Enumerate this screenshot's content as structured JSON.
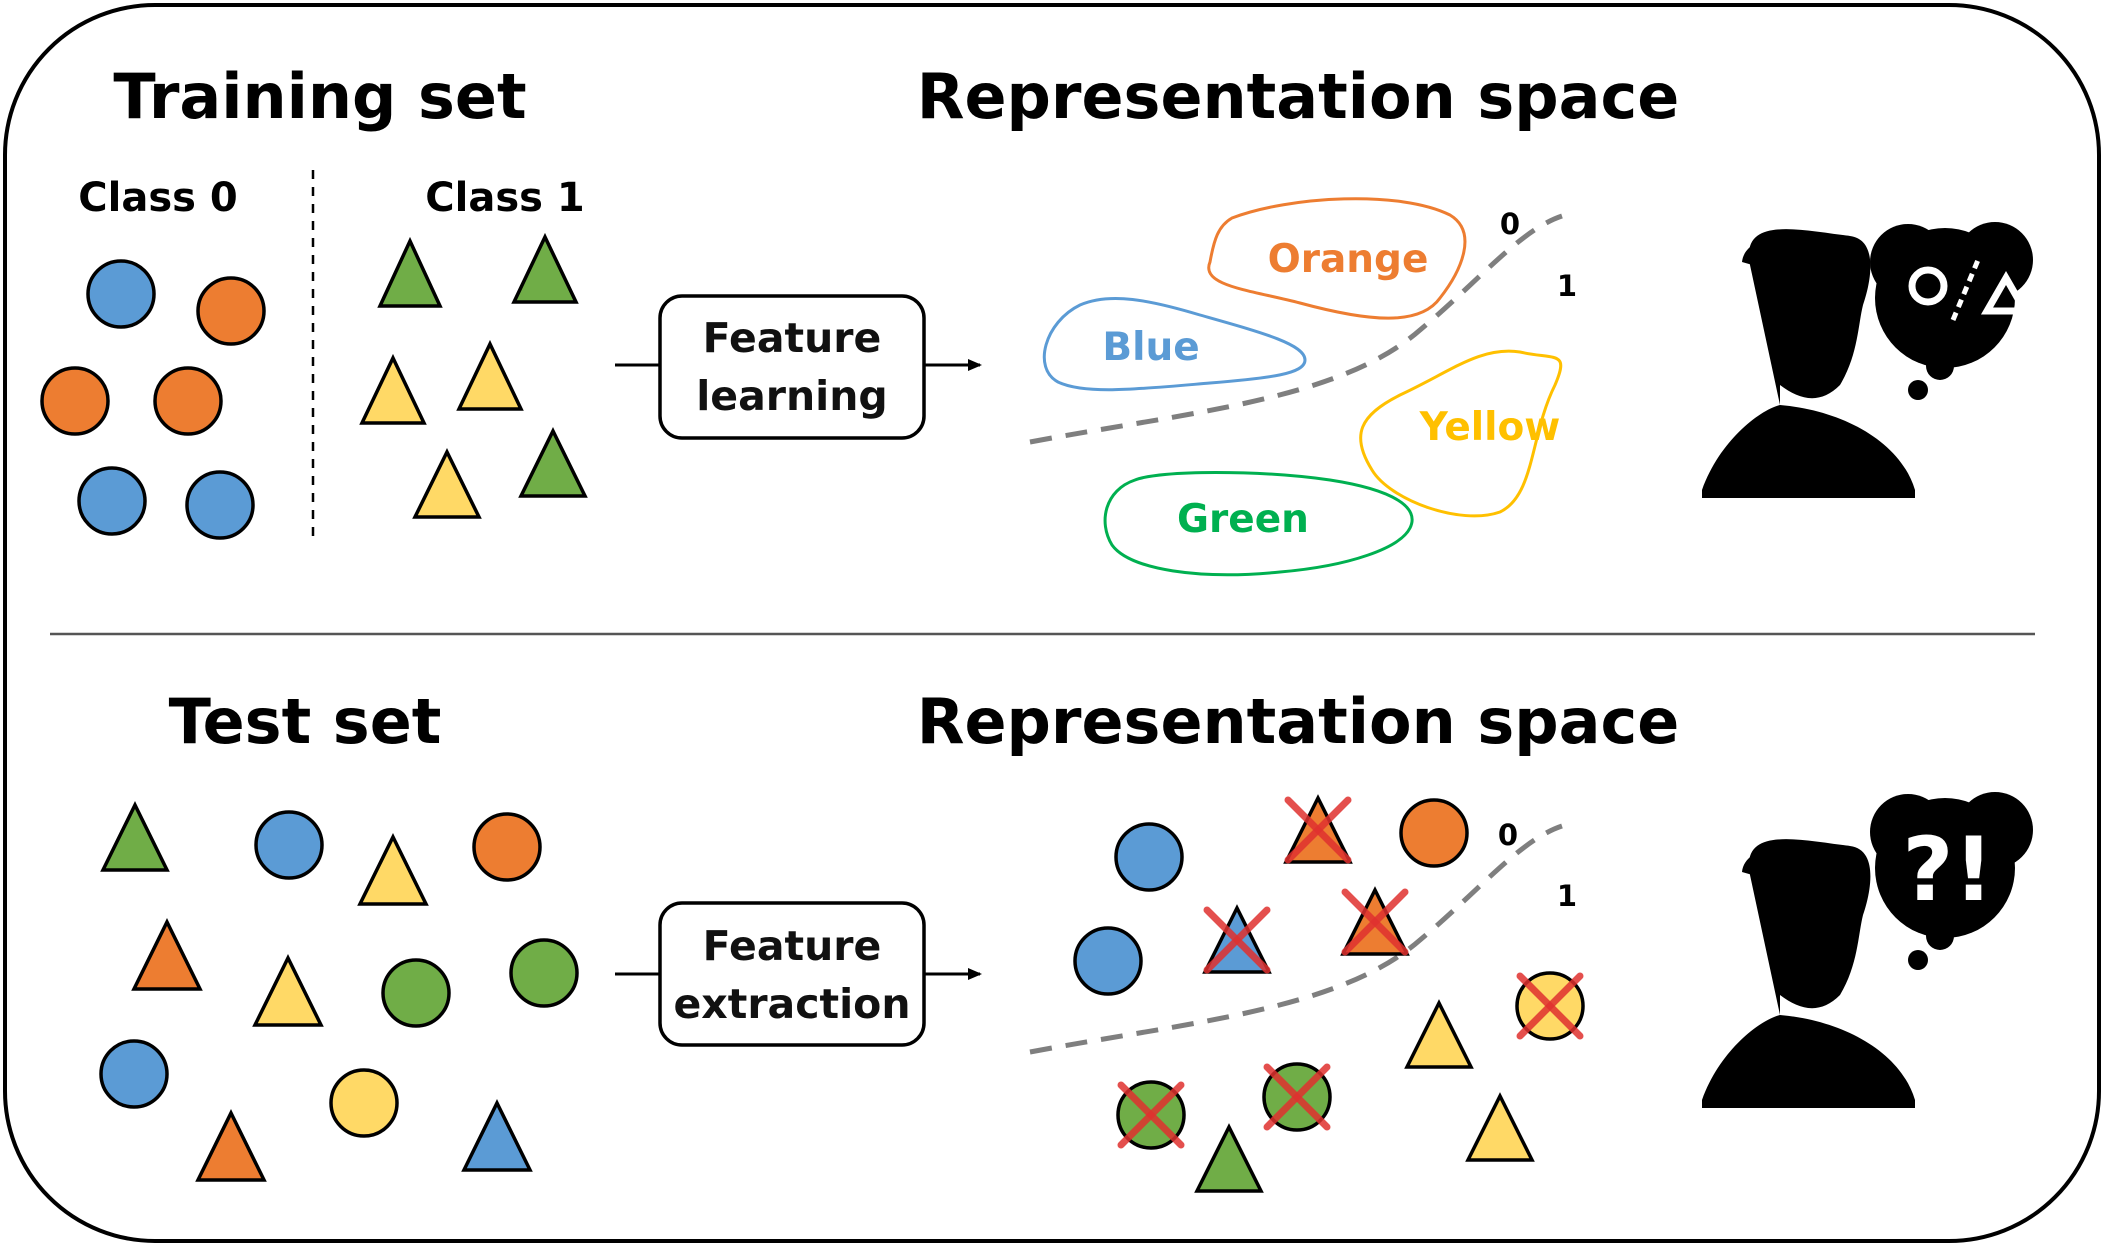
{
  "colors": {
    "blue": "#5b9bd5",
    "orange": "#ed7d31",
    "green": "#70ad47",
    "yellow": "#ffd966",
    "yellow_outline": "#ffc000",
    "green_outline": "#00b050",
    "cross": "#e0312f"
  },
  "top": {
    "title": "Training set",
    "class0_label": "Class 0",
    "class1_label": "Class 1",
    "process_box": {
      "line1": "Feature",
      "line2": "learning"
    },
    "space_title": "Representation space",
    "clusters": {
      "orange": "Orange",
      "blue": "Blue",
      "yellow": "Yellow",
      "green": "Green"
    },
    "boundary_labels": [
      "0",
      "1"
    ],
    "thought_icons": [
      "circle-icon",
      "triangle-icon"
    ]
  },
  "bottom": {
    "title": "Test set",
    "process_box": {
      "line1": "Feature",
      "line2": "extraction"
    },
    "space_title": "Representation space",
    "boundary_labels": [
      "0",
      "1"
    ],
    "thought": "?!"
  },
  "icons": [
    "person-silhouette-icon",
    "thought-bubble-icon",
    "arrow-right-icon",
    "cross-mark-icon"
  ]
}
